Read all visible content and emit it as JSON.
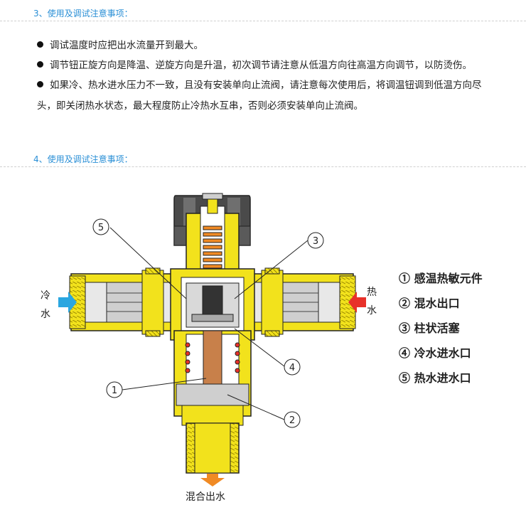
{
  "section3": {
    "title": "3、使用及调试注意事项：",
    "bullets": [
      "调试温度时应把出水流量开到最大。",
      "调节钮正旋方向是降温、逆旋方向是升温，初次调节请注意从低温方向往高温方向调节，以防烫伤。",
      "如果冷、热水进水压力不一致，且没有安装单向止流阀，请注意每次使用后，将调温钮调到低温方向尽"
    ],
    "continuation": "头，即关闭热水状态，最大程度防止冷热水互串，否则必须安装单向止流阀。"
  },
  "section4": {
    "title": "4、使用及调试注意事项："
  },
  "diagram": {
    "callouts": [
      "5",
      "3",
      "4",
      "1",
      "2"
    ],
    "cold_label_1": "冷",
    "cold_label_2": "水",
    "hot_label_1": "热",
    "hot_label_2": "水",
    "outlet_label": "混合出水",
    "legend": [
      "① 感温热敏元件",
      "② 混水出口",
      "③ 柱状活塞",
      "④ 冷水进水口",
      "⑤ 热水进水口"
    ],
    "colors": {
      "brass": "#f2e21c",
      "brass_dark": "#d8c000",
      "cold_arrow": "#2aa6e0",
      "hot_arrow": "#e8312a",
      "outlet_arrow": "#f08a24",
      "knob": "#4a4a4a",
      "spring": "#e8312a",
      "element": "#c8804a",
      "section_title": "#2a8fd6"
    }
  }
}
